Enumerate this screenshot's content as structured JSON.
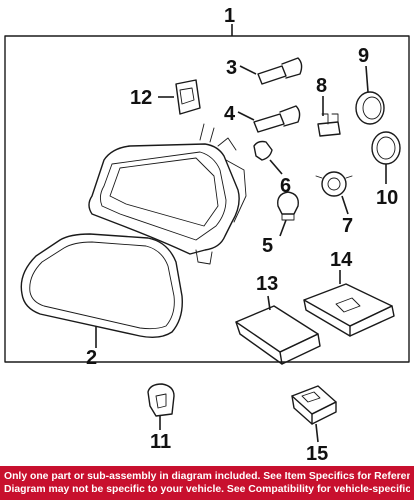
{
  "callouts": {
    "c1": "1",
    "c2": "2",
    "c3": "3",
    "c4": "4",
    "c5": "5",
    "c6": "6",
    "c7": "7",
    "c8": "8",
    "c9": "9",
    "c10": "10",
    "c11": "11",
    "c12": "12",
    "c13": "13",
    "c14": "14",
    "c15": "15"
  },
  "disclaimer": {
    "line1": "Only one part or sub-assembly in diagram included. See Item Specifics for Reference #.",
    "line2": "Diagram may not be specific to your vehicle. See Compatibility for vehicle-specific diagrams."
  },
  "colors": {
    "banner": "#c8102e",
    "banner_text": "#ffffff",
    "ink": "#1a1a1a"
  }
}
